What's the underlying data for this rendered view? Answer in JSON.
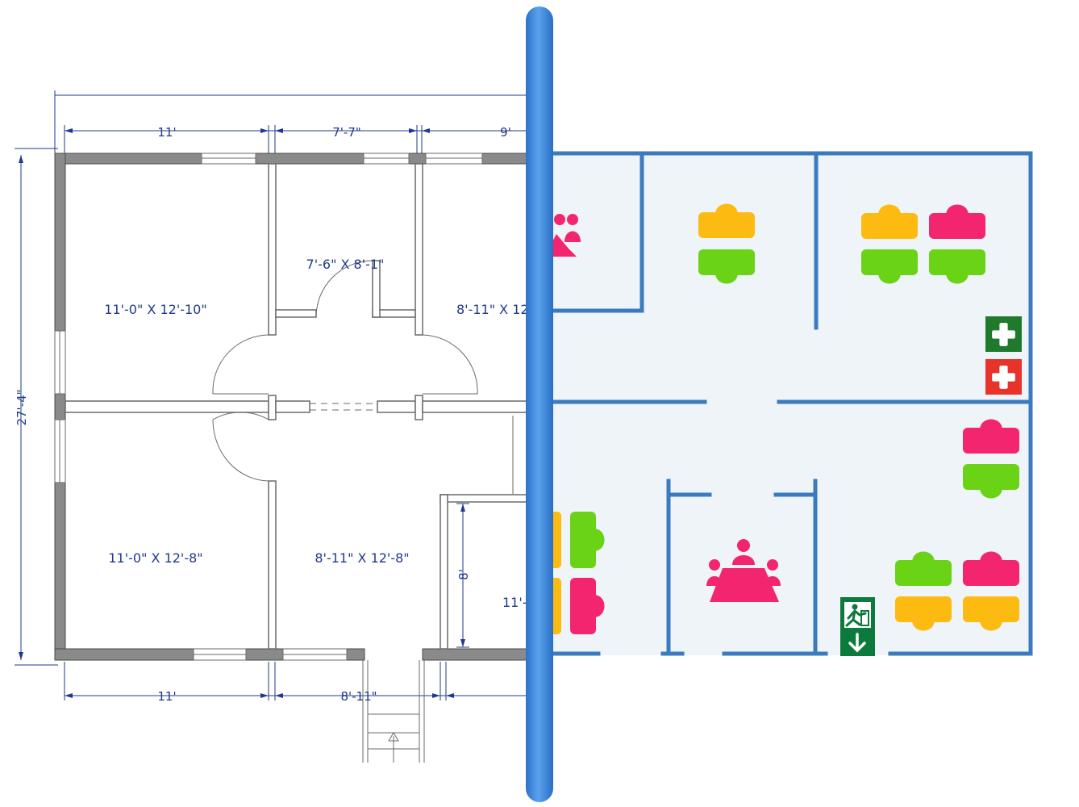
{
  "left_plan": {
    "dims_top": [
      "11'",
      "7'-7\"",
      "9'"
    ],
    "dims_bottom": [
      "11'",
      "8'-11\""
    ],
    "dim_left": "27'-4\"",
    "dim_closet": "8'",
    "rooms": [
      "11'-0\" X 12'-10\"",
      "7'-6\" X 8'-1\"",
      "8'-11\" X 12'",
      "11'-0\" X 12'-8\"",
      "8'-11\" X 12'-8\"",
      "11'-"
    ]
  },
  "right_plan": {
    "colors": {
      "wall": "#3a7bbf",
      "floor": "#eef4f7",
      "yellow": "#fdbb12",
      "green": "#6ad316",
      "pink": "#f2256e",
      "exit_green": "#0c7a3c",
      "firstaid_green": "#1f7a2e",
      "firstaid_red": "#e8332a"
    },
    "icons": [
      "meeting-table-icon",
      "desk-icon",
      "first-aid-icon",
      "emergency-exit-icon"
    ]
  },
  "divider": {
    "color": "#3d8de0"
  }
}
